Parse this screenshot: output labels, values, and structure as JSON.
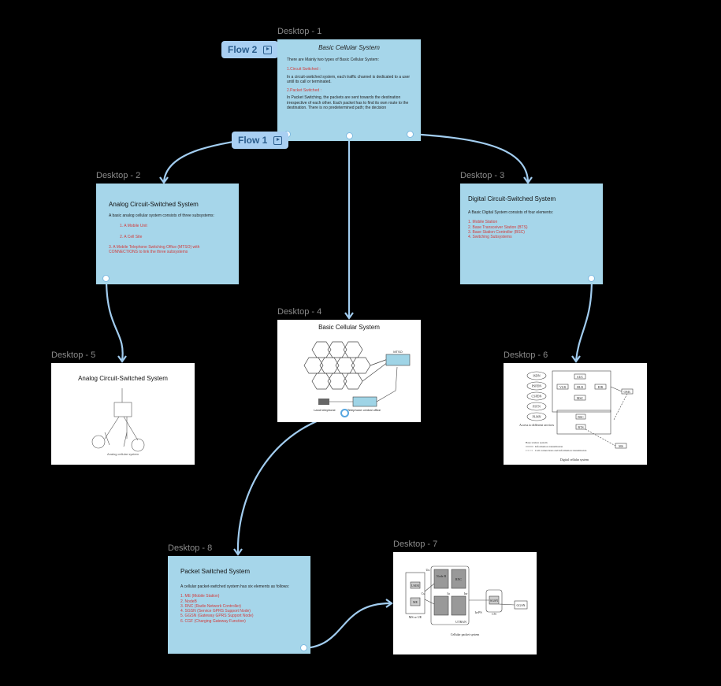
{
  "frames": {
    "d1": {
      "label": "Desktop - 1",
      "title": "Basic Cellular System",
      "intro": "There are Mainly two types of Basic Cellular System:",
      "item1": "1.Circuit Switched :",
      "text1": "In a circuit-switched system, each traffic channel is dedicated to a user until its call or terminated.",
      "item2": "2.Packet Switched :",
      "text2": "In Packet Switching, the packets are sent towards the destination irrespective of each other. Each packet has to find its own route to the destination. There is no predetermined path; the decision"
    },
    "d2": {
      "label": "Desktop - 2",
      "title": "Analog Circuit-Switched System",
      "intro": "A basic analog cellular system consists of three subsystems:",
      "items": [
        "1. A Mobile Unit",
        "2. A Cell Site",
        "3. A Mobile Telephone Switching Office (MTSO) with CONNECTIONS to link the three subsystems"
      ]
    },
    "d3": {
      "label": "Desktop - 3",
      "title": "Digital Circuit-Switched System",
      "intro": "A Basic Digital System consists of four elements:",
      "items": [
        "1. Mobile Station",
        "2. Base Transceiver Station (BTS)",
        "3. Base Station Controller (BSC)",
        "4. Switching Subsystems"
      ]
    },
    "d4": {
      "label": "Desktop - 4",
      "title": "Basic Cellular System",
      "mtso": "MTSO",
      "land": "Land telephone",
      "office": "Telephone central office"
    },
    "d5": {
      "label": "Desktop - 5",
      "title": "Analog Circuit-Switched System",
      "caption": "Analog cellular system"
    },
    "d6": {
      "label": "Desktop - 6",
      "caption": "Digital cellular system",
      "access": "Access to different services",
      "nodes": [
        "ISDN",
        "PSPDN",
        "CSPDN",
        "PSTN",
        "PLMN"
      ],
      "labels": [
        "AUC",
        "VLR",
        "HLR",
        "EIR",
        "MSC",
        "OMC",
        "BSC",
        "BTS",
        "MS"
      ],
      "legend": [
        "Base station system",
        "Information transmission",
        "Call connections and information transmission"
      ]
    },
    "d7": {
      "label": "Desktop - 7",
      "caption": "Cellular packet system",
      "labels": [
        "Uu",
        "Iu",
        "Iur",
        "Iu-PS",
        "UTRAN",
        "CN",
        "MS or UE",
        "GGSN",
        "SGSN",
        "RNC",
        "Node B",
        "USIM",
        "ME",
        "Cu"
      ]
    },
    "d8": {
      "label": "Desktop - 8",
      "title": "Packet Switched System",
      "intro": "A cellular packet-switched system has six elements as follows:",
      "items": [
        "1. ME (Mobile Station)",
        "2. NodeB",
        "3. RNC (Radio Network Controller)",
        "4. SGSN (Service GPRS Support Node)",
        "5. GGSN (Gateway GPRS Support Node)",
        "6. CGF (Charging Gateway Function)"
      ]
    }
  },
  "flows": {
    "flow1": "Flow 1",
    "flow2": "Flow 2"
  },
  "colors": {
    "canvas": "#000000",
    "slide_blue": "#a6d6ea",
    "connector": "#9fcdf0",
    "flow_tag": "#a9cff2"
  }
}
